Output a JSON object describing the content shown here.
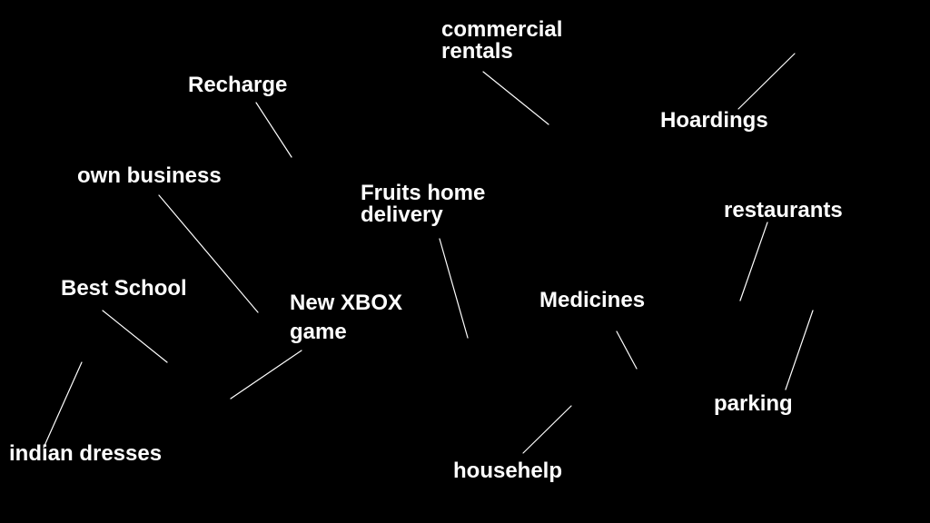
{
  "colors": {
    "background": "#000000",
    "text": "#ffffff",
    "line": "#ffffff"
  },
  "labels": {
    "commercial_rentals": [
      "commercial",
      "rentals"
    ],
    "recharge": "Recharge",
    "hoardings": "Hoardings",
    "own_business": "own business",
    "fruits_home_delivery": [
      "Fruits home",
      "delivery"
    ],
    "restaurants": "restaurants",
    "best_school": "Best School",
    "new_xbox_game": [
      "New XBOX",
      "game"
    ],
    "medicines": "Medicines",
    "parking": "parking",
    "indian_dresses": "indian dresses",
    "househelp": "househelp"
  }
}
